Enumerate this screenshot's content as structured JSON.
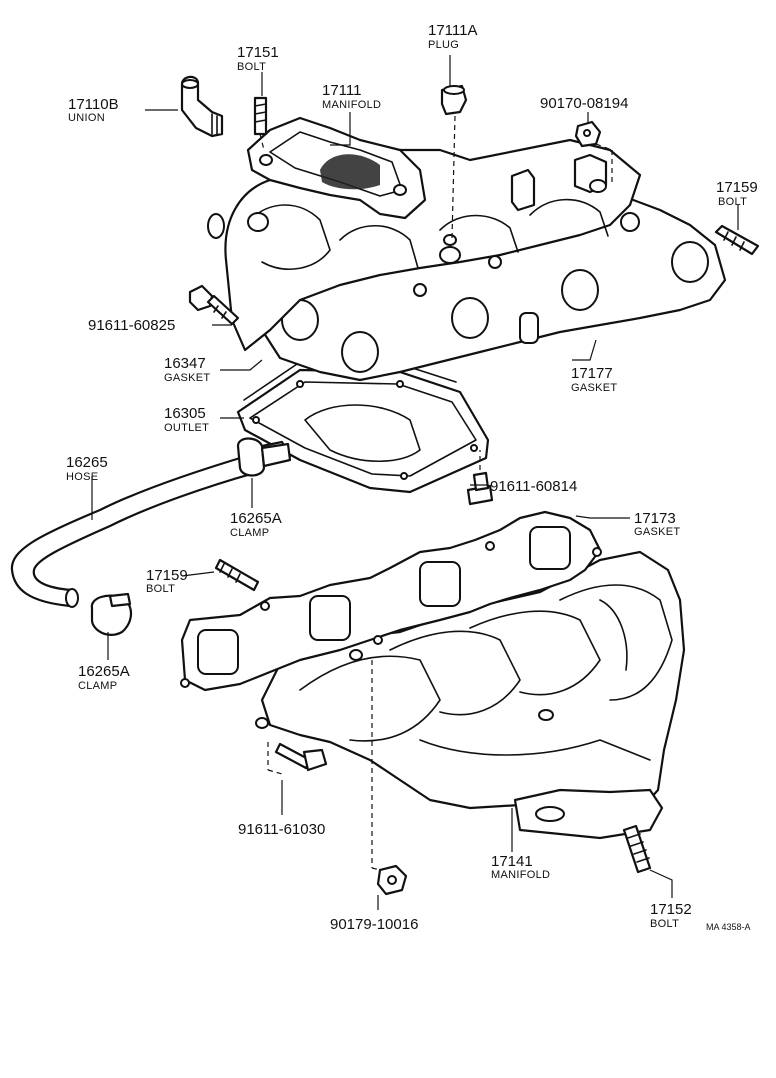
{
  "diagram_ref": "MA 4358-A",
  "labels": [
    {
      "id": "union-17110b",
      "number": "17110B",
      "name": "UNION"
    },
    {
      "id": "bolt-17151",
      "number": "17151",
      "name": "BOLT"
    },
    {
      "id": "manifold-17111",
      "number": "17111",
      "name": "MANIFOLD"
    },
    {
      "id": "plug-17111a",
      "number": "17111A",
      "name": "PLUG"
    },
    {
      "id": "nut-90170-08194",
      "number": "90170-08194",
      "name": ""
    },
    {
      "id": "bolt-17159-upper",
      "number": "17159",
      "name": "BOLT"
    },
    {
      "id": "bolt-91611-60825",
      "number": "91611-60825",
      "name": ""
    },
    {
      "id": "gasket-16347",
      "number": "16347",
      "name": "GASKET"
    },
    {
      "id": "gasket-17177",
      "number": "17177",
      "name": "GASKET"
    },
    {
      "id": "outlet-16305",
      "number": "16305",
      "name": "OUTLET"
    },
    {
      "id": "hose-16265",
      "number": "16265",
      "name": "HOSE"
    },
    {
      "id": "bolt-91611-60814",
      "number": "91611-60814",
      "name": ""
    },
    {
      "id": "clamp-16265a-upper",
      "number": "16265A",
      "name": "CLAMP"
    },
    {
      "id": "gasket-17173",
      "number": "17173",
      "name": "GASKET"
    },
    {
      "id": "bolt-17159-lower",
      "number": "17159",
      "name": "BOLT"
    },
    {
      "id": "clamp-16265a-lower",
      "number": "16265A",
      "name": "CLAMP"
    },
    {
      "id": "bolt-91611-61030",
      "number": "91611-61030",
      "name": ""
    },
    {
      "id": "manifold-17141",
      "number": "17141",
      "name": "MANIFOLD"
    },
    {
      "id": "nut-90179-10016",
      "number": "90179-10016",
      "name": ""
    },
    {
      "id": "bolt-17152",
      "number": "17152",
      "name": "BOLT"
    }
  ]
}
